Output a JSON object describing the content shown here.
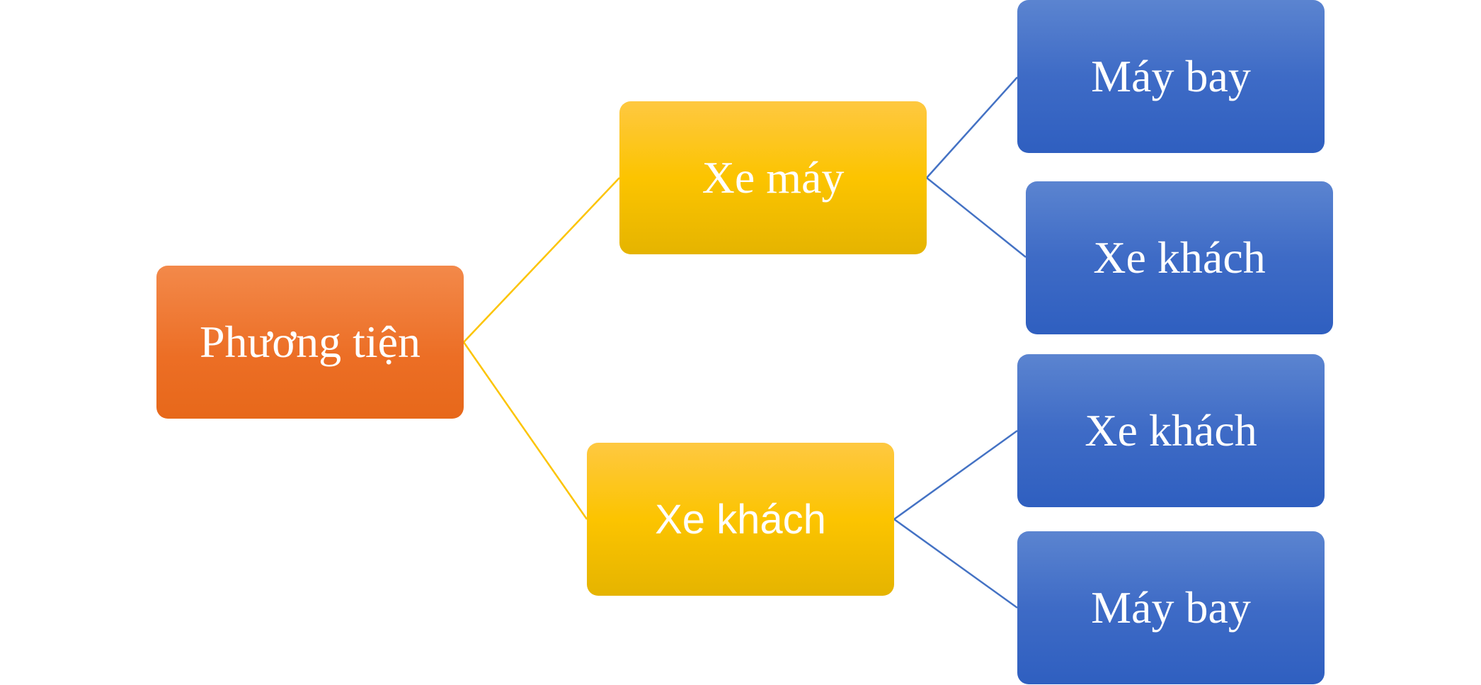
{
  "diagram": {
    "root": {
      "label": "Phương tiện",
      "color": "#ec6e25"
    },
    "level1": [
      {
        "label": "Xe máy",
        "color": "#fcc400"
      },
      {
        "label": "Xe khách",
        "color": "#fcc400"
      }
    ],
    "level2": [
      {
        "label": "Máy bay",
        "color": "#3e6bc6"
      },
      {
        "label": "Xe khách",
        "color": "#3e6bc6"
      },
      {
        "label": "Xe khách",
        "color": "#3e6bc6"
      },
      {
        "label": "Máy bay",
        "color": "#3e6bc6"
      }
    ],
    "connector_colors": {
      "root_branch": "#fcc400",
      "sub_branch": "#4472c4"
    }
  }
}
